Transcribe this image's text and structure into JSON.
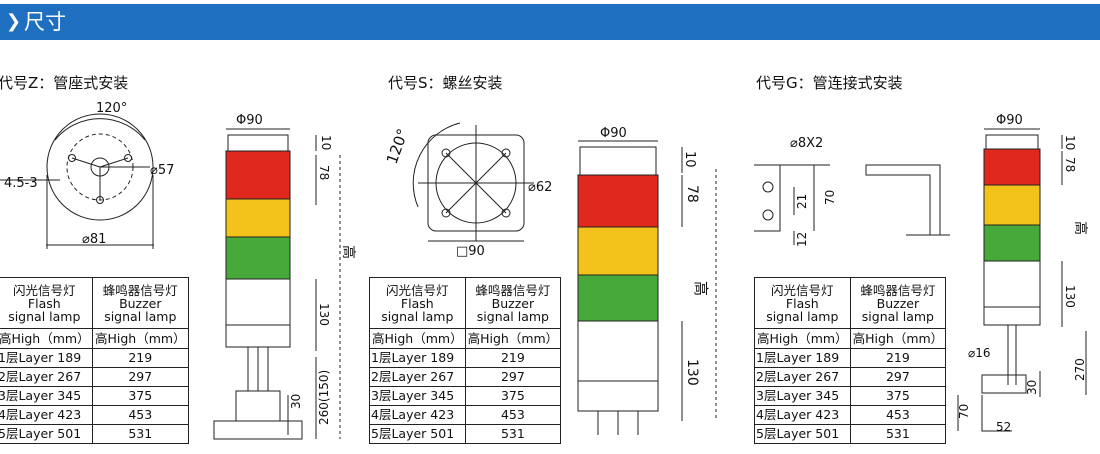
{
  "header": {
    "chevron": "❯",
    "title": "尺寸"
  },
  "sections": {
    "z": {
      "title": "代号Z：管座式安装"
    },
    "s": {
      "title": "代号S：螺丝安装"
    },
    "g": {
      "title": "代号G：管连接式安装"
    }
  },
  "dimensions": {
    "z": {
      "angle": "120°",
      "hole": "⌀57",
      "slot": "4.5-3",
      "base": "⌀81",
      "top": "Φ90",
      "d10": "10",
      "d78": "78",
      "d130": "130",
      "d30": "30",
      "d260": "260(150)",
      "height": "高"
    },
    "s": {
      "angle": "120°",
      "hole": "⌀62",
      "plate": "□90",
      "top": "Φ90",
      "d10": "10",
      "d78": "78",
      "d130": "130",
      "height": "高"
    },
    "g": {
      "holes": "⌀8X2",
      "d70": "70",
      "d21": "21",
      "d12": "12",
      "top": "Φ90",
      "d10": "10",
      "d78": "78",
      "d130": "130",
      "height": "高",
      "pipe": "⌀16",
      "d270": "270",
      "d30": "30",
      "d70b": "70",
      "d52": "52"
    }
  },
  "spec_table": {
    "col1_cn": "闪光信号灯",
    "col1_en1": "Flash",
    "col1_en2": "signal lamp",
    "col2_cn": "蜂鸣器信号灯",
    "col2_en1": "Buzzer",
    "col2_en2": "signal lamp",
    "unit1": "高High（mm）",
    "unit2": "高High（mm）",
    "rows": [
      {
        "layer": "1层Layer",
        "flash": "189",
        "buzzer": "219"
      },
      {
        "layer": "2层Layer",
        "flash": "267",
        "buzzer": "297"
      },
      {
        "layer": "3层Layer",
        "flash": "345",
        "buzzer": "375"
      },
      {
        "layer": "4层Layer",
        "flash": "423",
        "buzzer": "453"
      },
      {
        "layer": "5层Layer",
        "flash": "501",
        "buzzer": "531"
      }
    ]
  },
  "colors": {
    "header": "#1f6fc1",
    "red": "#e0281e",
    "amber": "#f3c21b",
    "green": "#47a93a",
    "line": "#222222"
  }
}
